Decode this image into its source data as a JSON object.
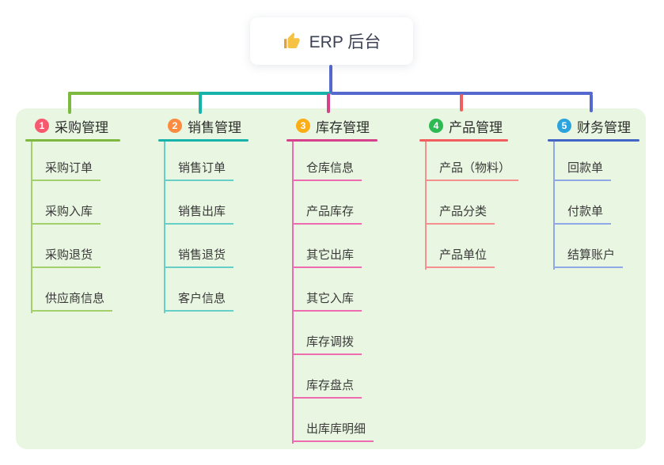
{
  "root": {
    "title": "ERP 后台",
    "icon": "thumbs-up-icon"
  },
  "palette": {
    "panel_bg": "#e9f6e1",
    "spine_blue": "#5468cd",
    "line_green": "#7cb93e",
    "line_teal": "#17b3aa",
    "line_magenta": "#d6418c",
    "line_red": "#f25e5e"
  },
  "branches": [
    {
      "num": "1",
      "label": "采购管理",
      "badge": "#f8596f",
      "line": "#7cb93e",
      "child_line": "#a3d06c",
      "children": [
        "采购订单",
        "采购入库",
        "采购退货",
        "供应商信息"
      ]
    },
    {
      "num": "2",
      "label": "销售管理",
      "badge": "#fb8c3f",
      "line": "#17b3aa",
      "child_line": "#66cfc7",
      "children": [
        "销售订单",
        "销售出库",
        "销售退货",
        "客户信息"
      ]
    },
    {
      "num": "3",
      "label": "库存管理",
      "badge": "#fcae17",
      "line": "#d6418c",
      "child_line": "#ee6bb0",
      "children": [
        "仓库信息",
        "产品库存",
        "其它出库",
        "其它入库",
        "库存调拨",
        "库存盘点",
        "出库库明细"
      ]
    },
    {
      "num": "4",
      "label": "产品管理",
      "badge": "#2eba52",
      "line": "#f25e5e",
      "child_line": "#f68f8f",
      "children": [
        "产品（物料）",
        "产品分类",
        "产品单位"
      ]
    },
    {
      "num": "5",
      "label": "财务管理",
      "badge": "#2ba3dd",
      "line": "#4365c6",
      "child_line": "#8fa8e6",
      "children": [
        "回款单",
        "付款单",
        "结算账户"
      ]
    }
  ]
}
